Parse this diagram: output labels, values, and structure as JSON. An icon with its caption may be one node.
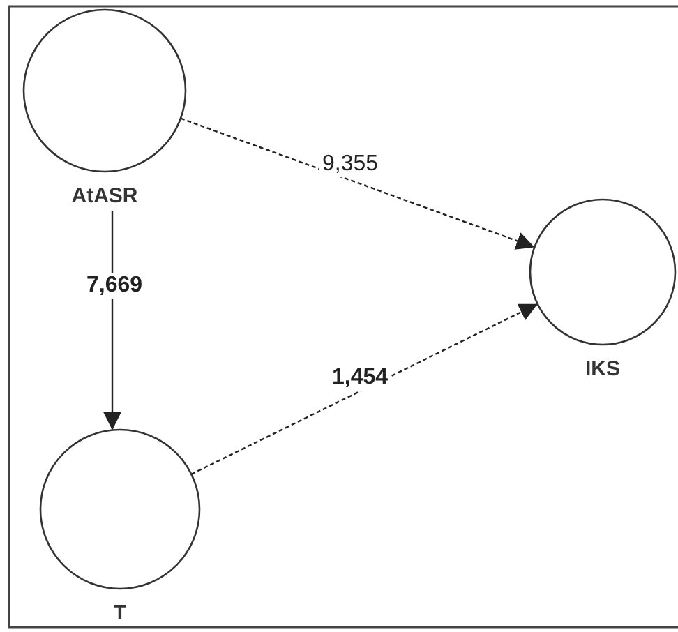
{
  "diagram": {
    "nodes": [
      {
        "text": [
          "AtASR"
        ]
      },
      {
        "text": [
          "T"
        ]
      },
      {
        "text": [
          "IKS"
        ]
      }
    ],
    "edges": [
      {
        "from": 0,
        "to": 1,
        "arrow": "to",
        "label": "7,669"
      },
      {
        "from": 0,
        "to": 2,
        "arrow": "to",
        "label": "9,355",
        "style": "dashed"
      },
      {
        "from": 1,
        "to": 2,
        "arrow": "to",
        "label": "1,454",
        "style": "dashed"
      }
    ]
  }
}
